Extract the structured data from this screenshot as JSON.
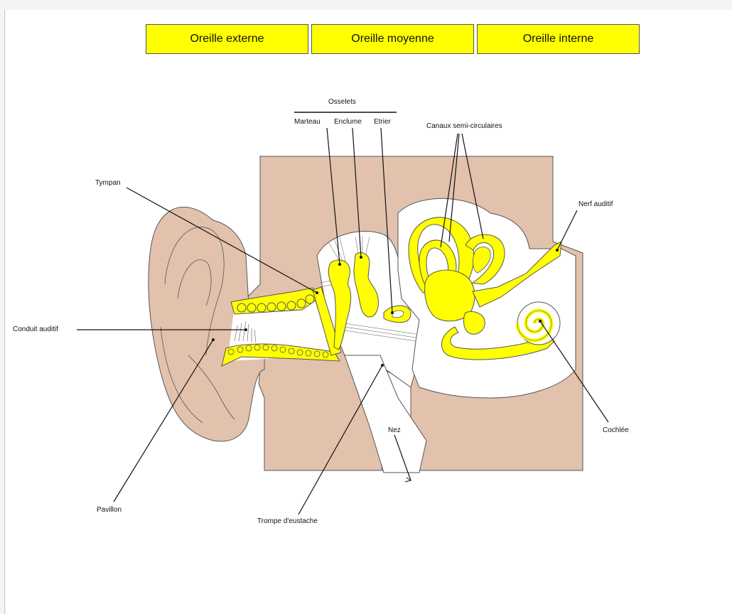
{
  "tabs": [
    {
      "label": "Oreille externe"
    },
    {
      "label": "Oreille moyenne"
    },
    {
      "label": "Oreille interne"
    }
  ],
  "labels": {
    "osselets": "Osselets",
    "marteau": "Marteau",
    "enclume": "Enclume",
    "etrier": "Etrier",
    "canaux": "Canaux semi-circulaires",
    "tympan": "Tympan",
    "nerf": "Nerf auditif",
    "conduit": "Conduit auditif",
    "cochlee": "Cochlée",
    "nez": "Nez",
    "pavillon": "Pavillon",
    "trompe": "Trompe d'eustache"
  },
  "colors": {
    "tissue": "#e2c2ad",
    "yellow": "#ffff00",
    "tab": "#ffff00"
  }
}
